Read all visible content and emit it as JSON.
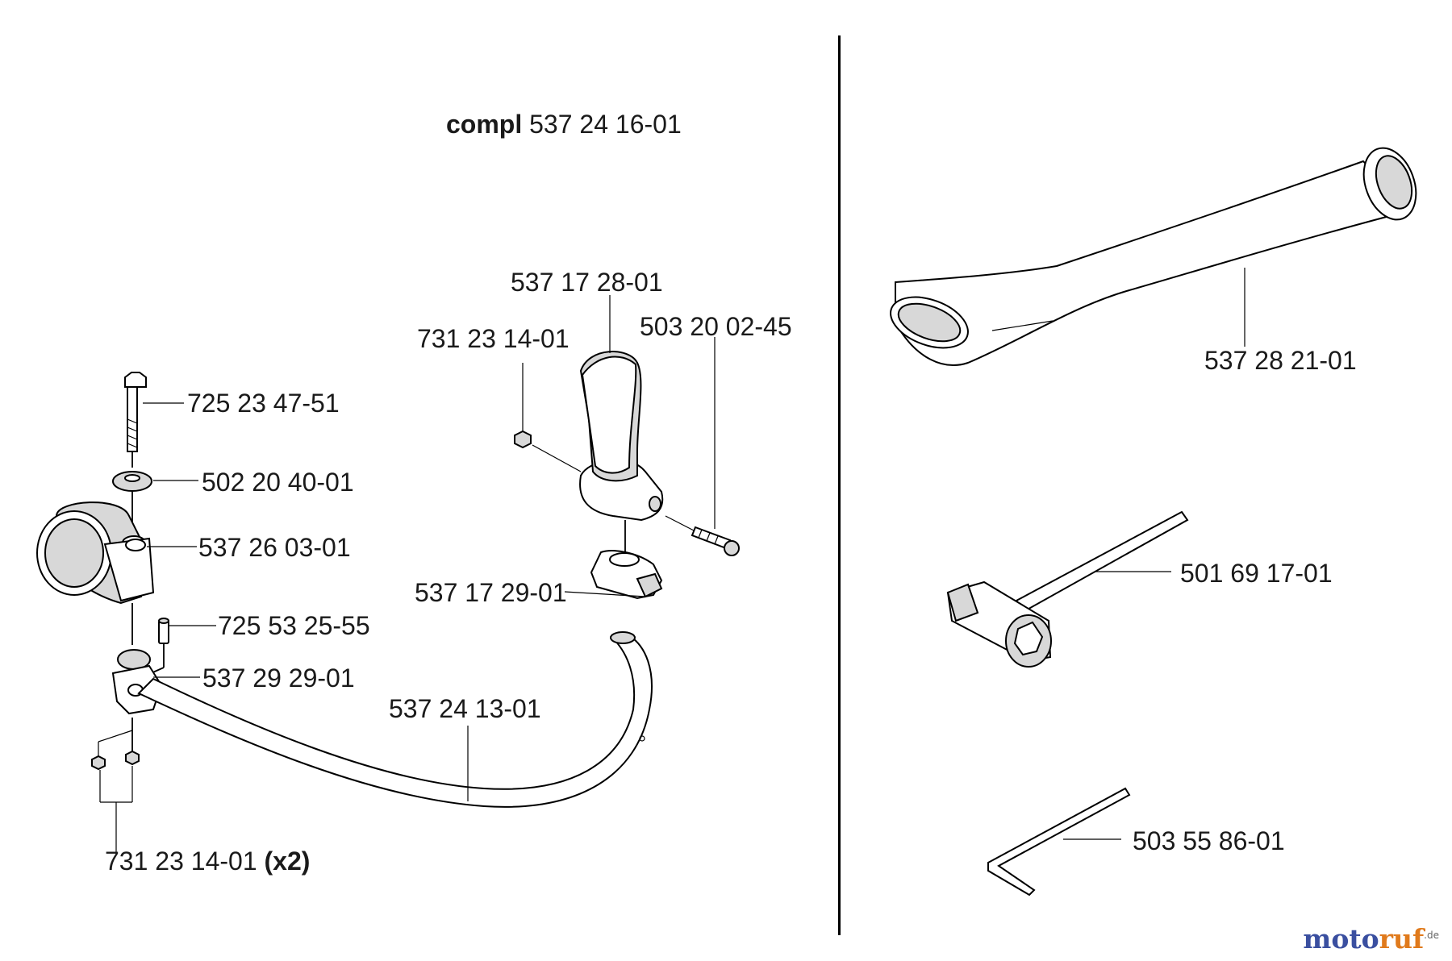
{
  "assembly": {
    "compl_word": "compl",
    "compl_number": "537 24 16-01"
  },
  "parts": {
    "p_725_23_47_51": "725 23 47-51",
    "p_502_20_40_01": "502 20 40-01",
    "p_537_26_03_01": "537 26 03-01",
    "p_725_53_25_55": "725 53 25-55",
    "p_537_29_29_01": "537 29 29-01",
    "p_731_23_14_01_x2": "731 23 14-01",
    "qty_x2": "(x2)",
    "p_537_24_13_01": "537 24 13-01",
    "p_537_17_29_01": "537 17 29-01",
    "p_731_23_14_01": "731 23 14-01",
    "p_537_17_28_01": "537 17 28-01",
    "p_503_20_02_45": "503 20 02-45",
    "p_537_28_21_01": "537 28 21-01",
    "p_501_69_17_01": "501 69 17-01",
    "p_503_55_86_01": "503 55 86-01"
  },
  "watermark": {
    "text_a": "moto",
    "text_b": "ruf",
    "suffix": ".de",
    "color_a": "#3a4fa0",
    "color_b": "#e07a1c"
  }
}
